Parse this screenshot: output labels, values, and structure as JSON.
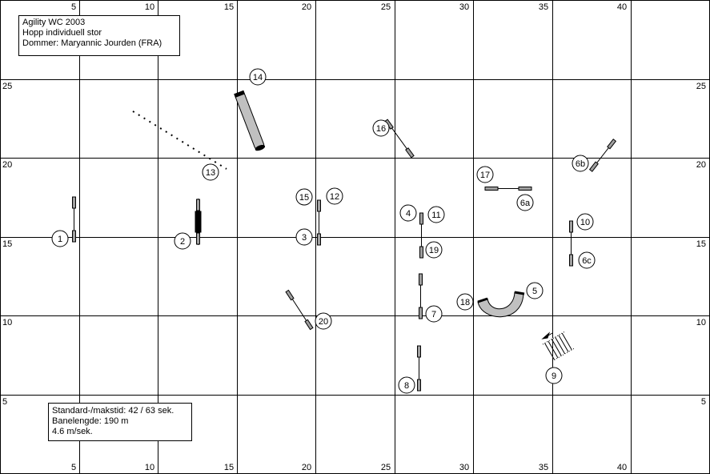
{
  "header": {
    "line1": "Agility WC 2003",
    "line2": "Hopp individuell stor",
    "line3": "Dommer: Maryannic Jourden (FRA)"
  },
  "footer": {
    "line1": "Standard-/makstid: 42 / 63 sek.",
    "line2": "Banelengde: 190 m",
    "line3": "4.6 m/sek."
  },
  "axes": {
    "top": [
      "5",
      "10",
      "15",
      "20",
      "25",
      "30",
      "35",
      "40"
    ],
    "bottom": [
      "5",
      "10",
      "15",
      "20",
      "25",
      "30",
      "35",
      "40"
    ],
    "left": [
      "25",
      "20",
      "15",
      "10",
      "5"
    ],
    "right": [
      "25",
      "20",
      "15",
      "10",
      "5"
    ]
  },
  "obstacles": {
    "n1": "1",
    "n2": "2",
    "n3": "3",
    "n4": "4",
    "n5": "5",
    "n6a": "6a",
    "n6b": "6b",
    "n6c": "6c",
    "n7": "7",
    "n8": "8",
    "n9": "9",
    "n10": "10",
    "n11": "11",
    "n12": "12",
    "n13": "13",
    "n14": "14",
    "n15": "15",
    "n16": "16",
    "n17": "17",
    "n18": "18",
    "n19": "19",
    "n20": "20"
  },
  "colors": {
    "grid": "#000000",
    "tunnel": "#c0c0c0",
    "jump_bar": "#a0a0a0",
    "background": "#ffffff"
  }
}
